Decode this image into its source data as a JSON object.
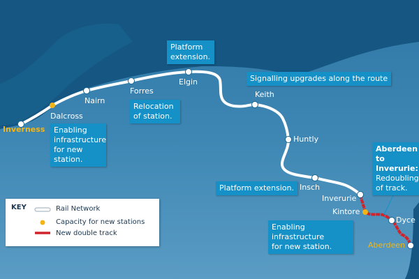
{
  "stations": [
    {
      "name": "Inverness",
      "type": "terminus"
    },
    {
      "name": "Dalcross",
      "type": "new"
    },
    {
      "name": "Nairn",
      "type": "station"
    },
    {
      "name": "Forres",
      "type": "station"
    },
    {
      "name": "Elgin",
      "type": "station"
    },
    {
      "name": "Keith",
      "type": "station"
    },
    {
      "name": "Huntly",
      "type": "station"
    },
    {
      "name": "Insch",
      "type": "station"
    },
    {
      "name": "Inverurie",
      "type": "station"
    },
    {
      "name": "Kintore",
      "type": "new"
    },
    {
      "name": "Dyce",
      "type": "station"
    },
    {
      "name": "Aberdeen",
      "type": "terminus"
    }
  ],
  "callouts": {
    "dalcross": [
      "Enabling",
      "infrastructure",
      "for new",
      "station."
    ],
    "forres": [
      "Relocation",
      "of station."
    ],
    "elgin": [
      "Platform",
      "extension."
    ],
    "signalling": "Signalling upgrades along the route",
    "insch": "Platform extension.",
    "kintore": [
      "Enabling infrastructure",
      "for new station."
    ],
    "aberdeen_title": [
      "Aberdeen to",
      "Inverurie:"
    ],
    "aberdeen_body": [
      "Redoubling",
      "of track."
    ]
  },
  "key": {
    "title": "KEY",
    "items": [
      "Rail Network",
      "Capacity for new stations",
      "New double track"
    ]
  },
  "colors": {
    "rail": "#ffffff",
    "new_station": "#f2b515",
    "double_track": "#d0232a",
    "callout": "#1591c8"
  }
}
